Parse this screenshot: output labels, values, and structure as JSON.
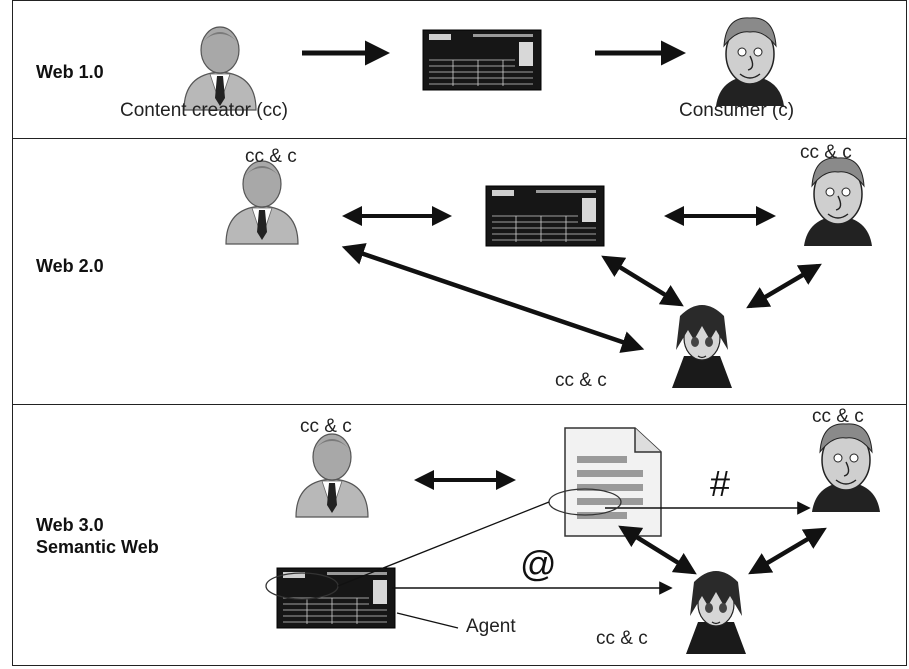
{
  "bands": [
    {
      "era_label": "Web 1.0"
    },
    {
      "era_label": "Web 2.0"
    },
    {
      "era_label": "Web 3.0",
      "era_sublabel": "Semantic Web"
    }
  ],
  "web1": {
    "creator_caption": "Content creator (cc)",
    "consumer_caption": "Consumer (c)"
  },
  "roles": {
    "cc_and_c": "cc & c"
  },
  "web3": {
    "hash_symbol": "#",
    "at_symbol": "@",
    "agent_label": "Agent"
  },
  "colors": {
    "line": "#111111",
    "person_gray": "#9a9a9a",
    "screen_dark": "#161616"
  },
  "icons": [
    "businessman-icon",
    "webpage-screen-icon",
    "cartoon-man-icon",
    "anime-girl-icon",
    "document-icon"
  ]
}
